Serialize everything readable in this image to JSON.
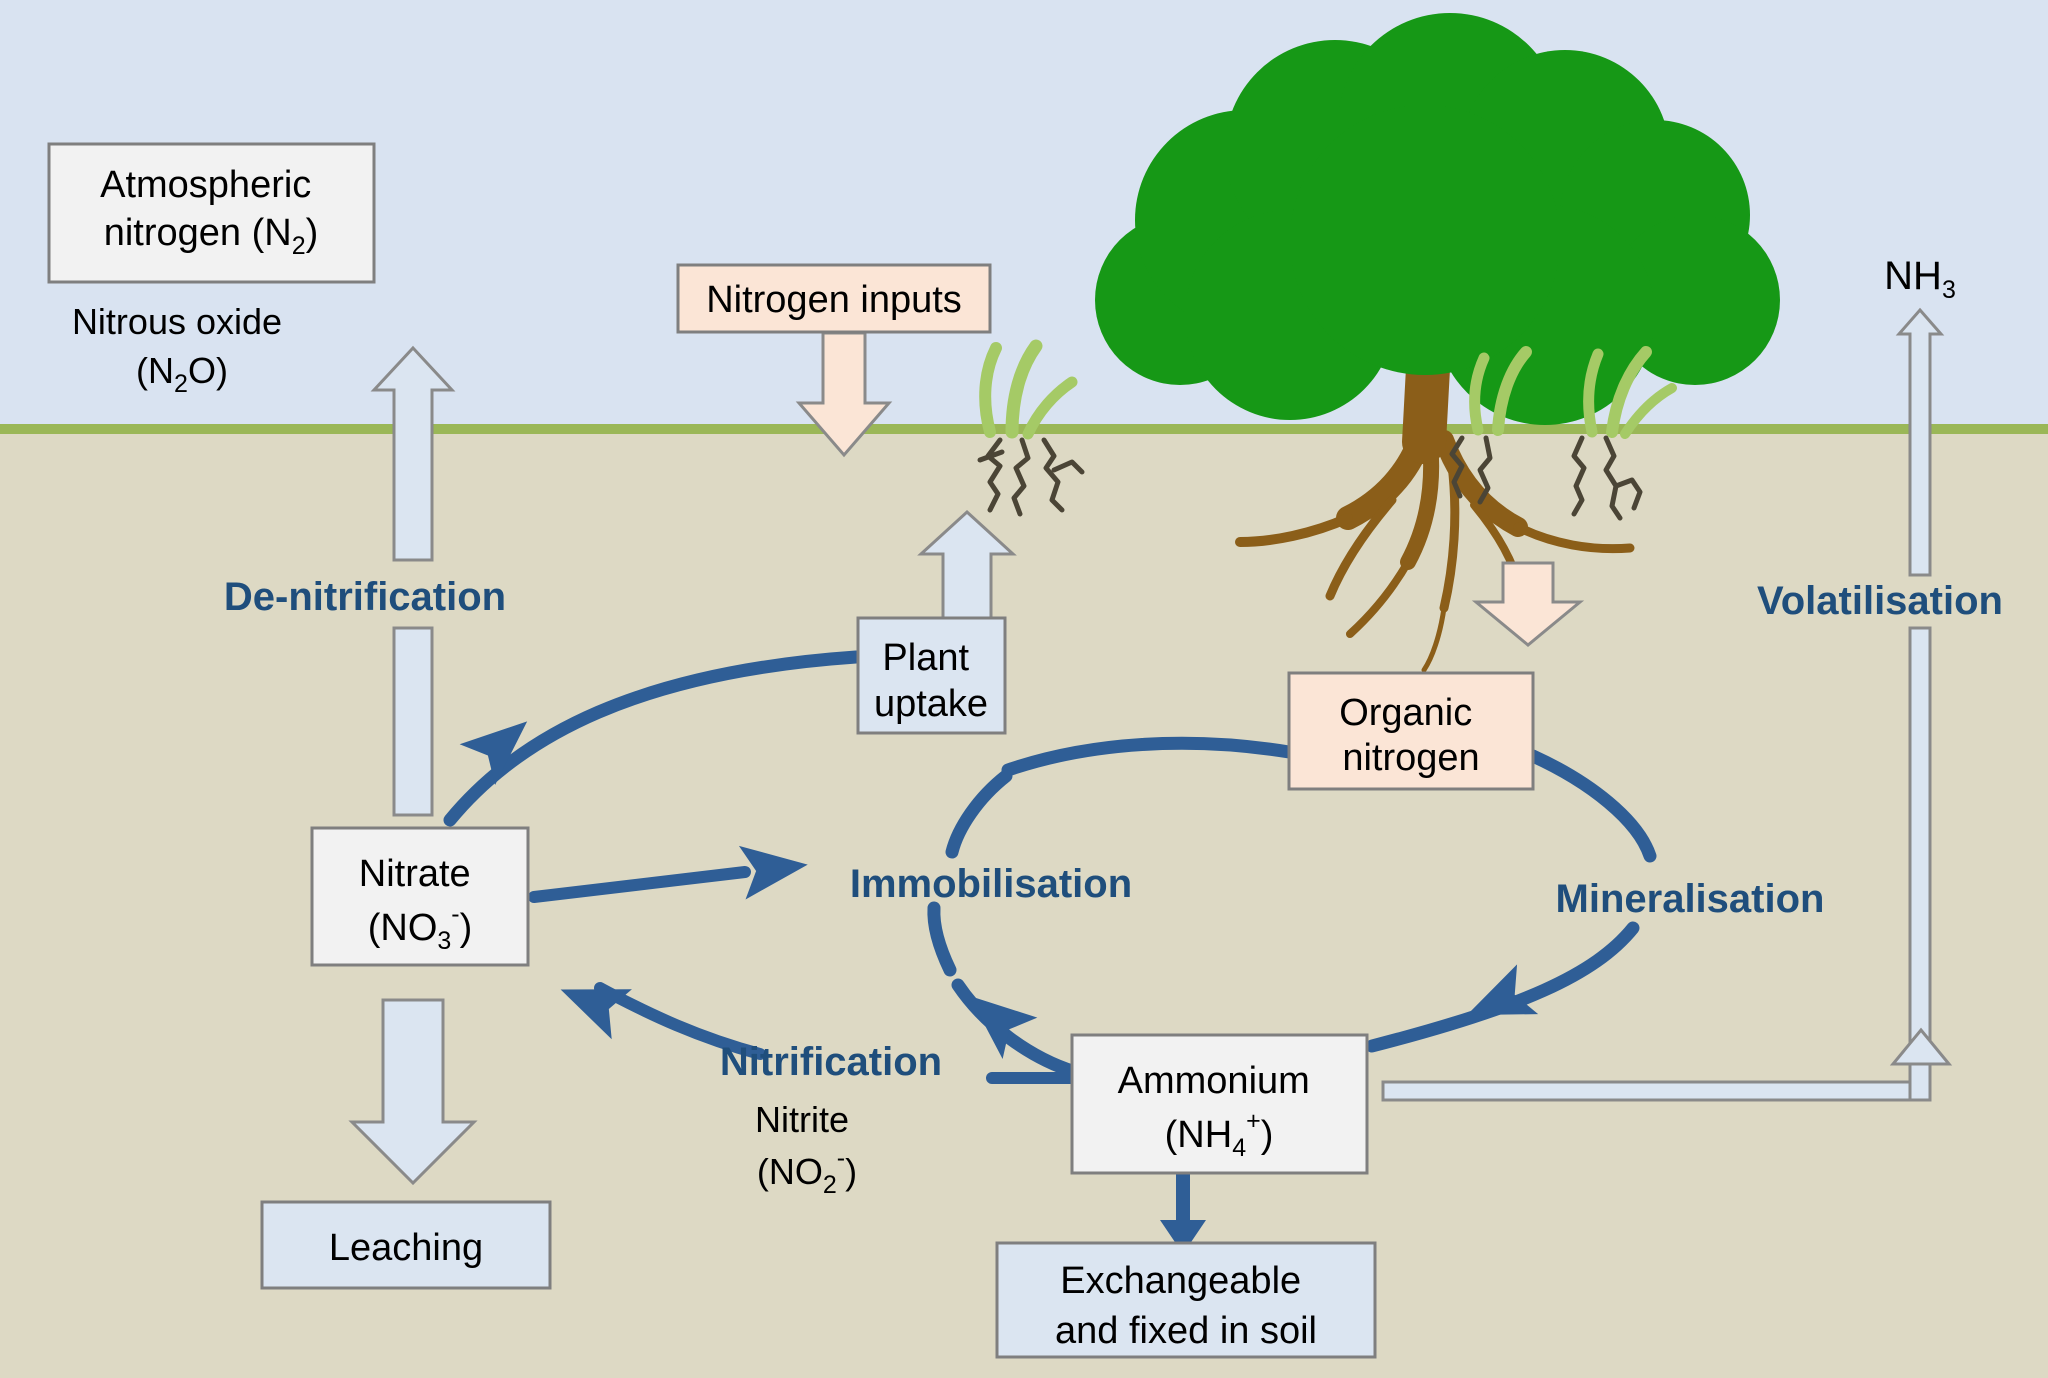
{
  "title": "Nitrogen cycle diagram",
  "colors": {
    "sky": "#d9e3f1",
    "soil": "#ddd9c4",
    "grass_line": "#9ab757",
    "tree_foliage": "#169816",
    "tree_trunk": "#8b5e19",
    "grass_blade": "#a5ca66",
    "dark_blue_arrow": "#2f5e96",
    "label_blue": "#1f4e7c",
    "box_gray_fill": "#f2f2f2",
    "box_blue_fill": "#dbe5f1",
    "box_peach_fill": "#fbe5d6",
    "box_border": "#7f7f7f"
  },
  "boxes": {
    "atmospheric": {
      "line1": "Atmospheric",
      "line2_pre": "nitrogen (N",
      "line2_sub": "2",
      "line2_post": ")"
    },
    "nitrogen_inputs": {
      "label": "Nitrogen inputs"
    },
    "plant_uptake": {
      "line1": "Plant",
      "line2": "uptake"
    },
    "organic_nitrogen": {
      "line1": "Organic",
      "line2": "nitrogen"
    },
    "nitrate": {
      "line1": "Nitrate",
      "line2_pre": "(NO",
      "line2_sub": "3",
      "line2_sup": "-",
      "line2_post": ")"
    },
    "ammonium": {
      "line1": "Ammonium",
      "line2_pre": "(NH",
      "line2_sub": "4",
      "line2_sup": "+",
      "line2_post": ")"
    },
    "leaching": {
      "label": "Leaching"
    },
    "exchangeable": {
      "line1": "Exchangeable",
      "line2": "and fixed in soil"
    }
  },
  "labels": {
    "nitrous_oxide": {
      "line1": "Nitrous oxide",
      "line2_pre": "(N",
      "line2_sub": "2",
      "line2_post": "O)"
    },
    "nh3": {
      "pre": "NH",
      "sub": "3"
    },
    "denitrification": "De-nitrification",
    "volatilisation": "Volatilisation",
    "immobilisation": "Immobilisation",
    "mineralisation": "Mineralisation",
    "nitrification": "Nitrification",
    "nitrite": {
      "line1": "Nitrite",
      "line2_pre": "(NO",
      "line2_sub": "2",
      "line2_sup": "-",
      "line2_post": ")"
    }
  }
}
